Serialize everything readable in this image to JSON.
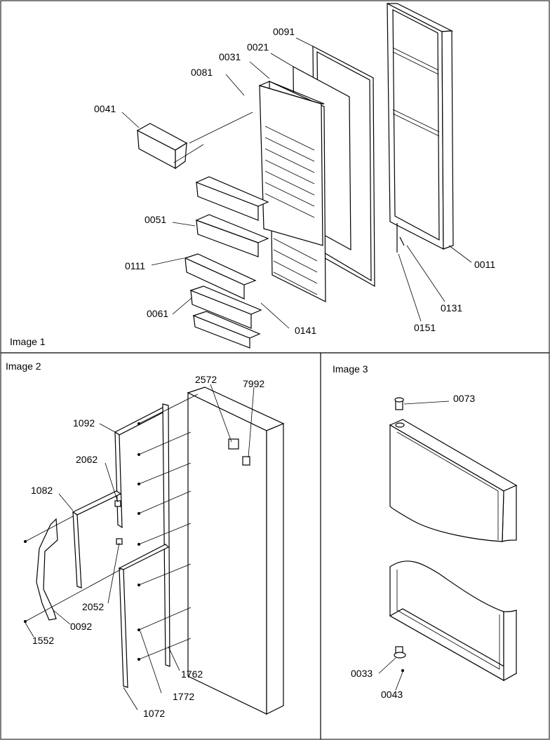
{
  "panels": {
    "image1": {
      "caption": "Image 1",
      "callouts": {
        "c0091": "0091",
        "c0021": "0021",
        "c0031": "0031",
        "c0081": "0081",
        "c0041": "0041",
        "c0051": "0051",
        "c0111": "0111",
        "c0061": "0061",
        "c0141": "0141",
        "c0151": "0151",
        "c0131": "0131",
        "c0011": "0011"
      }
    },
    "image2": {
      "caption": "Image 2",
      "callouts": {
        "c2572": "2572",
        "c7992": "7992",
        "c1092": "1092",
        "c2062": "2062",
        "c1082": "1082",
        "c2052": "2052",
        "c0092": "0092",
        "c1552": "1552",
        "c1762": "1762",
        "c1772": "1772",
        "c1072": "1072"
      }
    },
    "image3": {
      "caption": "Image 3",
      "callouts": {
        "c0073": "0073",
        "c0033": "0033",
        "c0043": "0043"
      }
    }
  }
}
